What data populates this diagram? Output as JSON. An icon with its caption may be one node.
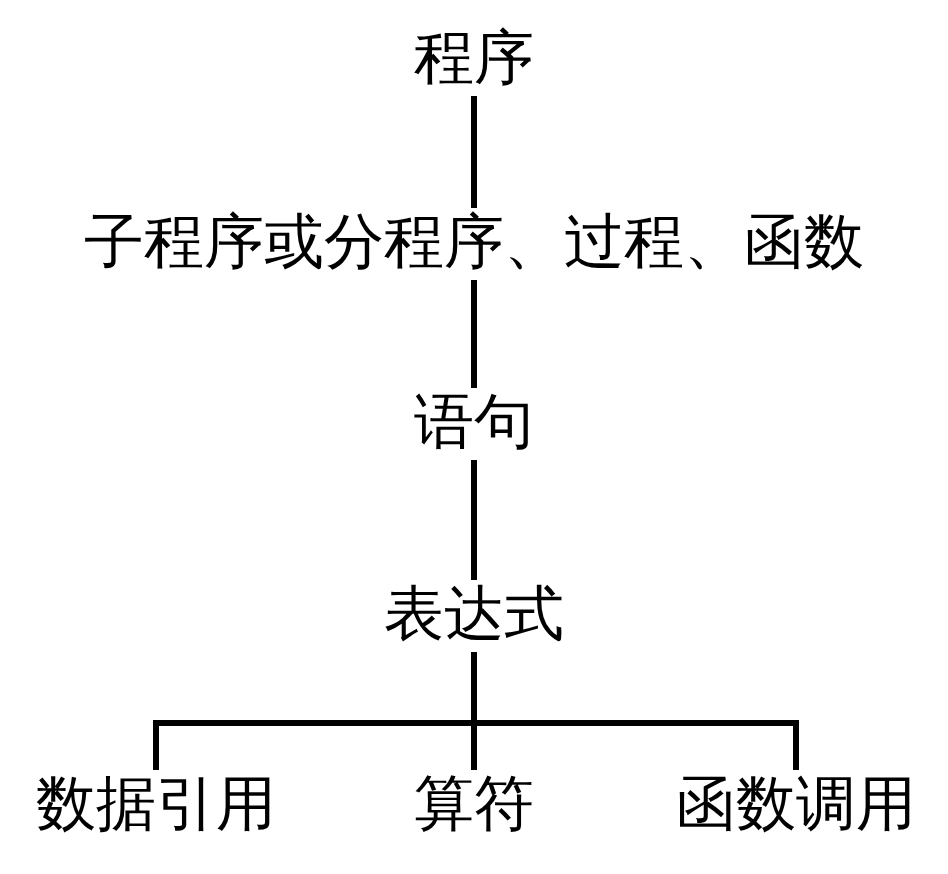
{
  "diagram": {
    "nodes": [
      {
        "text": [
          "程序"
        ]
      },
      {
        "text": [
          "子程序或分程序、过程、函数"
        ]
      },
      {
        "text": [
          "语句"
        ]
      },
      {
        "text": [
          "表达式"
        ]
      },
      {
        "text": [
          "数据引用"
        ]
      },
      {
        "text": [
          "算符"
        ]
      },
      {
        "text": [
          "函数调用"
        ]
      }
    ],
    "edges": [
      {
        "from": 0,
        "to": 1,
        "arrow": "none"
      },
      {
        "from": 1,
        "to": 2,
        "arrow": "none"
      },
      {
        "from": 2,
        "to": 3,
        "arrow": "none"
      },
      {
        "from": 3,
        "to": 4,
        "arrow": "none"
      },
      {
        "from": 3,
        "to": 5,
        "arrow": "none"
      },
      {
        "from": 3,
        "to": 6,
        "arrow": "none"
      }
    ]
  }
}
